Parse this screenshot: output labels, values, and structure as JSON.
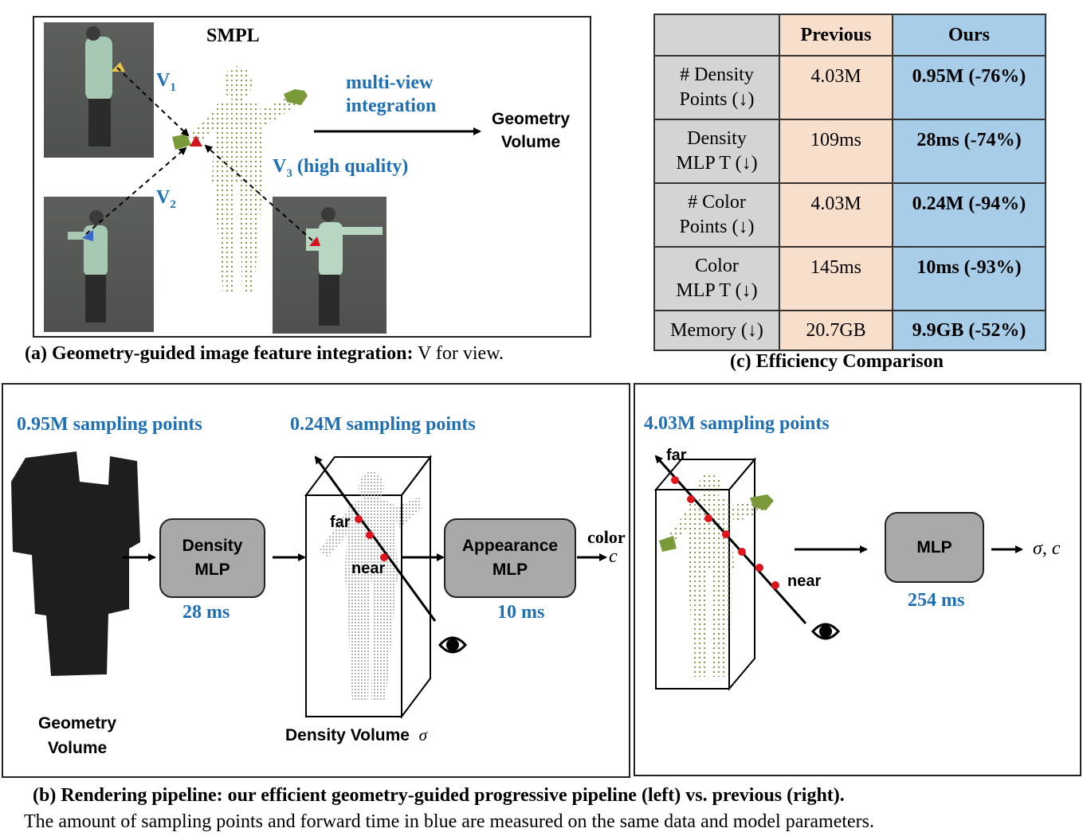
{
  "panel_a": {
    "smpl_label": "SMPL",
    "v1": "V",
    "v1_sub": "1",
    "v2": "V",
    "v2_sub": "2",
    "v3": "V",
    "v3_sub": "3",
    "v3_note": "(high quality)",
    "integration_line1": "multi-view",
    "integration_line2": "integration",
    "geometry_volume_line1": "Geometry",
    "geometry_volume_line2": "Volume",
    "caption_bold": "(a) Geometry-guided image feature integration:",
    "caption_rest": " V for view."
  },
  "efficiency_table": {
    "headers": [
      "",
      "Previous",
      "Ours"
    ],
    "rows": [
      {
        "label_line1": "# Density",
        "label_line2": "Points (↓)",
        "previous": "4.03M",
        "ours": "0.95M (-76%)"
      },
      {
        "label_line1": "Density",
        "label_line2": "MLP T (↓)",
        "previous": "109ms",
        "ours": "28ms (-74%)"
      },
      {
        "label_line1": "# Color",
        "label_line2": "Points (↓)",
        "previous": "4.03M",
        "ours": "0.24M (-94%)"
      },
      {
        "label_line1": "Color",
        "label_line2": "MLP T (↓)",
        "previous": "145ms",
        "ours": "10ms (-93%)"
      },
      {
        "label_line1": "Memory (↓)",
        "label_line2": "",
        "previous": "20.7GB",
        "ours": "9.9GB (-52%)"
      }
    ],
    "caption": "(c) Efficiency Comparison"
  },
  "panel_b_left": {
    "sampling_1": "0.95M sampling points",
    "sampling_2": "0.24M sampling points",
    "density_mlp_line1": "Density",
    "density_mlp_line2": "MLP",
    "density_time": "28 ms",
    "appearance_mlp_line1": "Appearance",
    "appearance_mlp_line2": "MLP",
    "appearance_time": "10 ms",
    "far": "far",
    "near": "near",
    "color_label": "color",
    "color_symbol": "c",
    "geometry_volume_line1": "Geometry",
    "geometry_volume_line2": "Volume",
    "density_volume": "Density Volume",
    "sigma": "σ"
  },
  "panel_b_right": {
    "sampling": "4.03M sampling points",
    "far": "far",
    "near": "near",
    "mlp": "MLP",
    "mlp_time": "254 ms",
    "output": "σ, c"
  },
  "caption_b_line1": "(b) Rendering pipeline: our efficient geometry-guided progressive pipeline (left) vs. previous (right).",
  "caption_b_line2": "The amount of sampling points and forward time in blue are measured on the same data and model parameters.",
  "colors": {
    "blue_text": "#1f6fb4",
    "previous_col": "#f8dfcc",
    "ours_col": "#a8cde8",
    "header_gray": "#d4d4d4",
    "mlp_box": "#a9a9a9",
    "sample_point": "#e0141c"
  }
}
